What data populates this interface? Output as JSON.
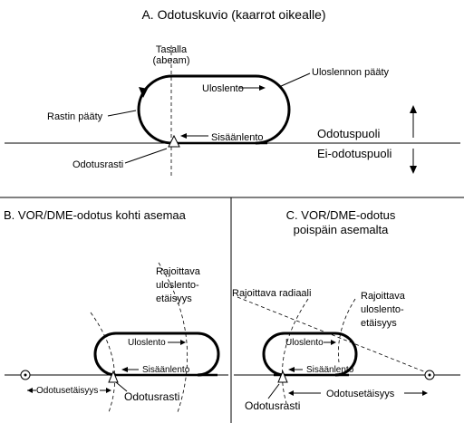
{
  "panel_a": {
    "title": "A. Odotuskuvio (kaarrot oikealle)",
    "abeam_line1": "Tasalla",
    "abeam_line2": "(abeam)",
    "outbound_end": "Uloslennon pääty",
    "outbound": "Uloslento",
    "fix_end": "Rastin pääty",
    "inbound": "Sisäänlento",
    "holding_side": "Odotuspuoli",
    "non_holding_side": "Ei-odotuspuoli",
    "holding_fix": "Odotusrasti"
  },
  "panel_b": {
    "title": "B. VOR/DME-odotus kohti asemaa",
    "limit_line1": "Rajoittava",
    "limit_line2": "uloslento-",
    "limit_line3": "etäisyys",
    "outbound": "Uloslento",
    "inbound": "Sisäänlento",
    "holding_distance": "Odotusetäisyys",
    "holding_fix": "Odotusrasti"
  },
  "panel_c": {
    "title_line1": "C. VOR/DME-odotus",
    "title_line2": "poispäin asemalta",
    "limit_radial": "Rajoittava radiaali",
    "limit_line1": "Rajoittava",
    "limit_line2": "uloslento-",
    "limit_line3": "etäisyys",
    "outbound": "Uloslento",
    "inbound": "Sisäänlento",
    "holding_distance": "Odotusetäisyys",
    "holding_fix": "Odotusrasti"
  }
}
